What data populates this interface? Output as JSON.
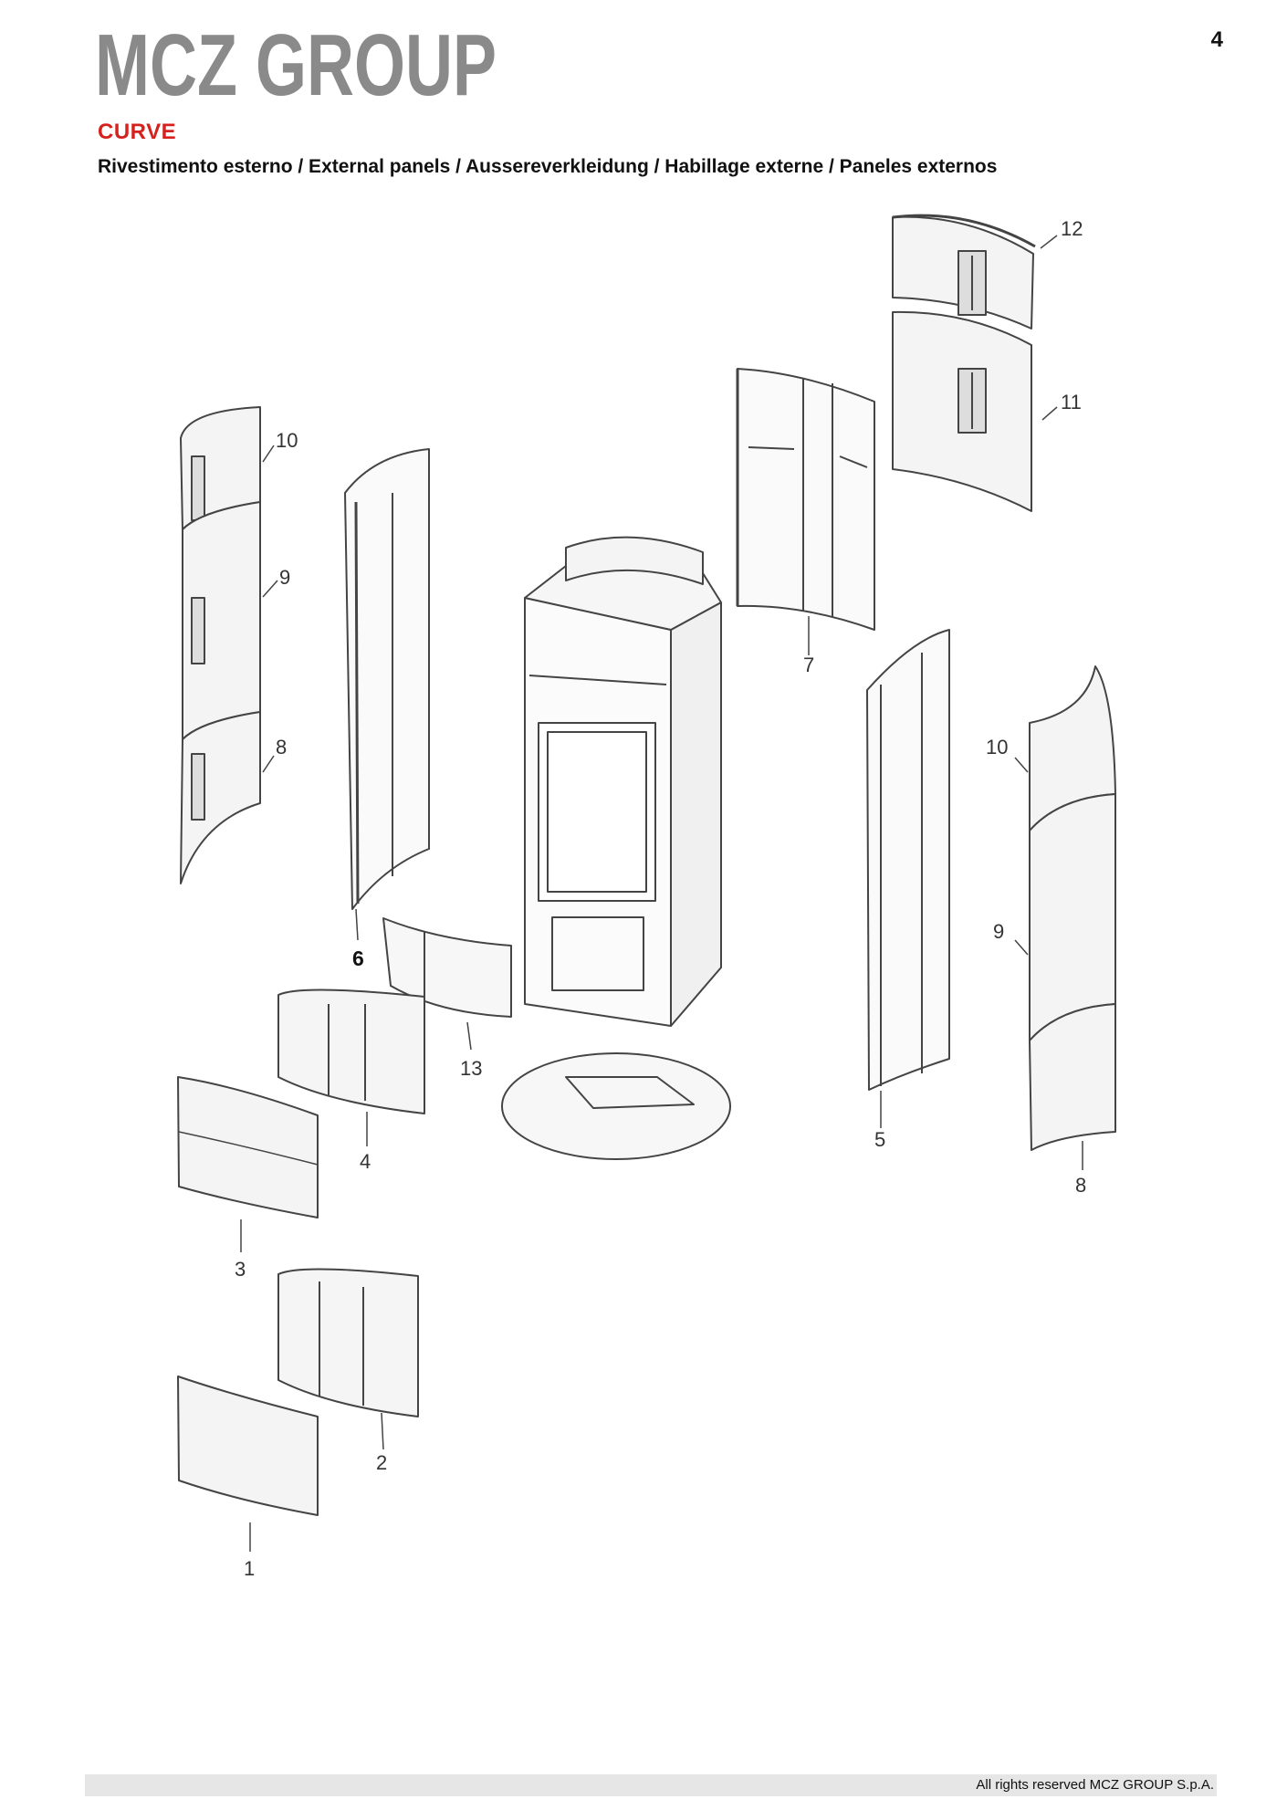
{
  "header": {
    "brand_logo": "MCZ GROUP",
    "page_number": "4",
    "model_title": "CURVE",
    "subtitle": "Rivestimento esterno / External panels / Aussereverkleidung / Habillage externe / Paneles externos"
  },
  "diagram": {
    "callouts": [
      "12",
      "11",
      "10",
      "9",
      "8",
      "7",
      "6",
      "13",
      "4",
      "3",
      "2",
      "1",
      "5",
      "10",
      "9",
      "8"
    ]
  },
  "footer": {
    "copyright": "All rights reserved MCZ GROUP S.p.A."
  }
}
